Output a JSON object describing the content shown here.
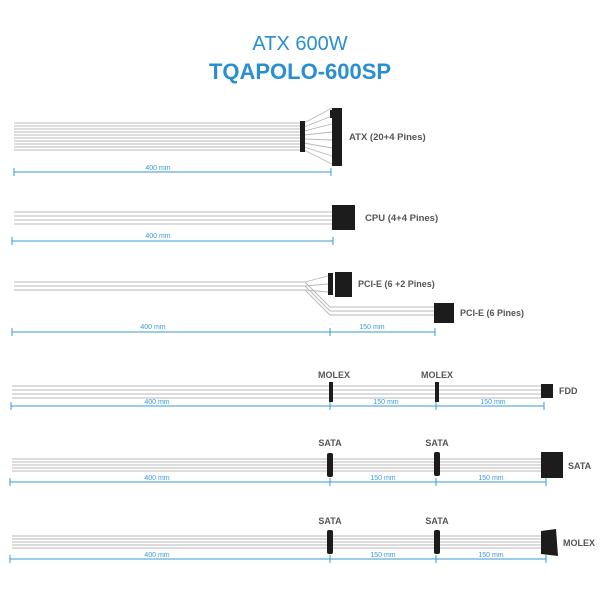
{
  "header": {
    "line1": "ATX 600W",
    "line2": "TQAPOLO-600SP"
  },
  "connectors": {
    "atx": "ATX (20+4 Pines)",
    "cpu": "CPU (4+4 Pines)",
    "pcie_8": "PCI-E (6 +2 Pines)",
    "pcie_6": "PCI-E (6 Pines)",
    "molex": "MOLEX",
    "fdd": "FDD",
    "sata": "SATA"
  },
  "lengths": {
    "main": "400 mm",
    "segment": "150 mm"
  },
  "colors": {
    "accent": "#2a8fd0",
    "dimension": "#3a9ad8",
    "wire": "#b8b8b8",
    "connector": "#1c1c1c",
    "label": "#555555"
  }
}
